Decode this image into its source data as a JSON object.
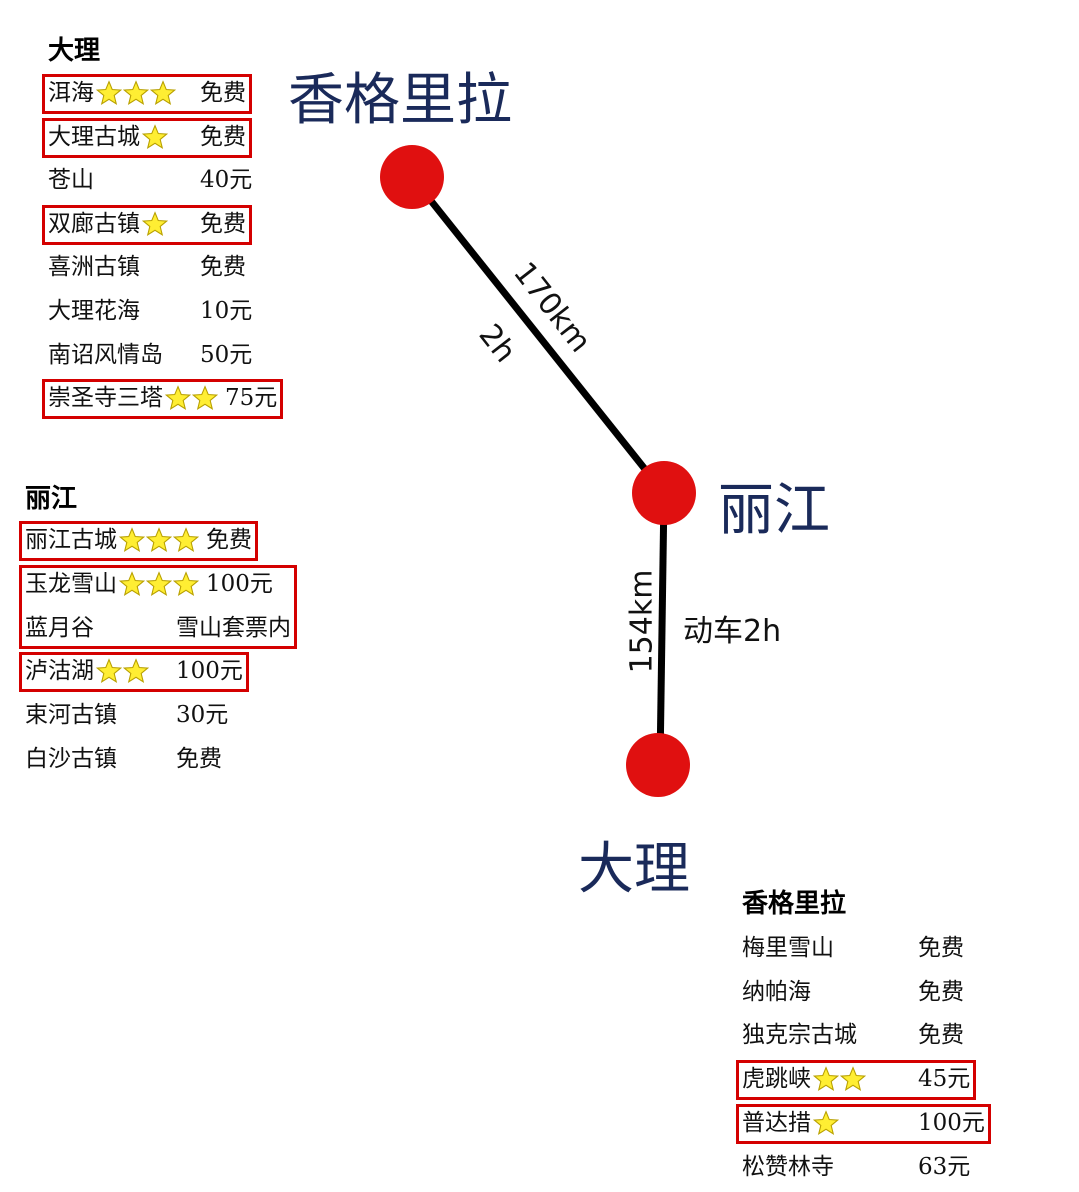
{
  "map": {
    "cities": {
      "shangrila": "香格里拉",
      "lijiang": "丽江",
      "dali": "大理"
    },
    "routes": {
      "shangrila_lijiang": {
        "distance": "170km",
        "time": "2h"
      },
      "lijiang_dali": {
        "distance": "154km",
        "time": "动车2h"
      }
    },
    "colors": {
      "dot": "#e01010",
      "box": "#d40000",
      "star": "#ffee33"
    }
  },
  "lists": {
    "dali": {
      "title": "大理",
      "items": [
        {
          "name": "洱海",
          "price": "免费",
          "stars": 3,
          "boxed": true
        },
        {
          "name": "大理古城",
          "price": "免费",
          "stars": 1,
          "boxed": true
        },
        {
          "name": "苍山",
          "price": "40元",
          "stars": 0,
          "boxed": false
        },
        {
          "name": "双廊古镇",
          "price": "免费",
          "stars": 1,
          "boxed": true
        },
        {
          "name": "喜洲古镇",
          "price": "免费",
          "stars": 0,
          "boxed": false
        },
        {
          "name": "大理花海",
          "price": "10元",
          "stars": 0,
          "boxed": false
        },
        {
          "name": "南诏风情岛",
          "price": "50元",
          "stars": 0,
          "boxed": false
        },
        {
          "name": "崇圣寺三塔",
          "price": "75元",
          "stars": 2,
          "boxed": true
        }
      ]
    },
    "lijiang": {
      "title": "丽江",
      "items": [
        {
          "name": "丽江古城",
          "price": "免费",
          "stars": 3,
          "boxed": true
        },
        {
          "name": "玉龙雪山",
          "price": "100元",
          "stars": 3,
          "boxed": true
        },
        {
          "name": "蓝月谷",
          "price": "雪山套票内",
          "stars": 0,
          "boxed": true
        },
        {
          "name": "泸沽湖",
          "price": "100元",
          "stars": 2,
          "boxed": true
        },
        {
          "name": "束河古镇",
          "price": "30元",
          "stars": 0,
          "boxed": false
        },
        {
          "name": "白沙古镇",
          "price": "免费",
          "stars": 0,
          "boxed": false
        }
      ]
    },
    "shangrila": {
      "title": "香格里拉",
      "items": [
        {
          "name": "梅里雪山",
          "price": "免费",
          "stars": 0,
          "boxed": false
        },
        {
          "name": "纳帕海",
          "price": "免费",
          "stars": 0,
          "boxed": false
        },
        {
          "name": "独克宗古城",
          "price": "免费",
          "stars": 0,
          "boxed": false
        },
        {
          "name": "虎跳峡",
          "price": "45元",
          "stars": 2,
          "boxed": true
        },
        {
          "name": "普达措",
          "price": "100元",
          "stars": 1,
          "boxed": true
        },
        {
          "name": "松赞林寺",
          "price": "63元",
          "stars": 0,
          "boxed": false
        }
      ]
    }
  }
}
